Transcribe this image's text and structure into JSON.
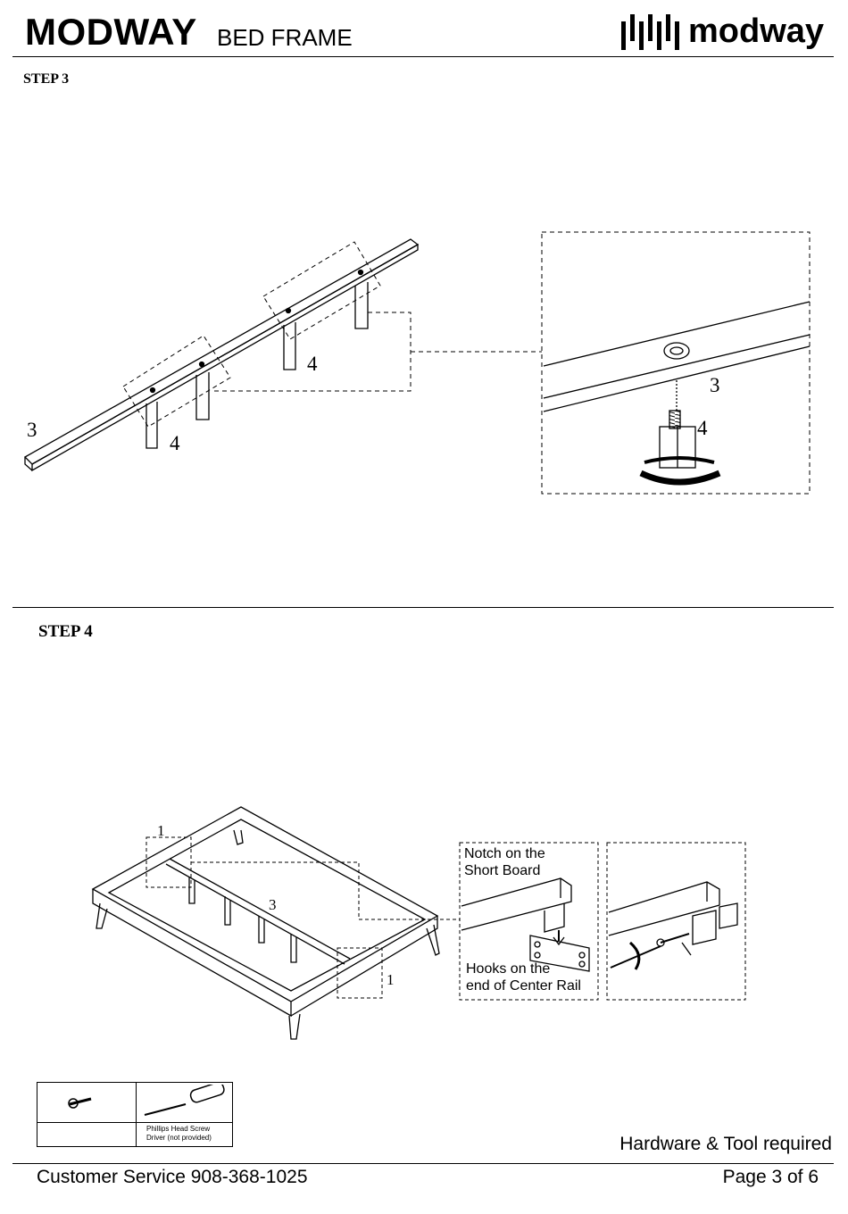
{
  "header": {
    "brand": "MODWAY",
    "subtitle": "BED FRAME",
    "logo_text": "modway",
    "logo_icon": "barcode-bars-logo"
  },
  "step3": {
    "title": "STEP 3",
    "labels": {
      "rail": "3",
      "leg_a": "4",
      "leg_b": "4",
      "detail_rail": "3",
      "detail_leg": "4"
    }
  },
  "step4": {
    "title": "STEP 4",
    "labels": {
      "board_top": "1",
      "board_bottom": "1",
      "center_rail": "3"
    },
    "notch_note": "Notch on the\nShort Board",
    "hooks_note": "Hooks on the\nend of Center Rail"
  },
  "hardware": {
    "tool_note": "Phillips Head Screw\nDriver (not provided)",
    "caption": "Hardware & Tool required",
    "icons": [
      "screw-icon",
      "screwdriver-icon"
    ]
  },
  "footer": {
    "customer_service": "Customer Service 908-368-1025",
    "page": "Page 3 of 6"
  }
}
